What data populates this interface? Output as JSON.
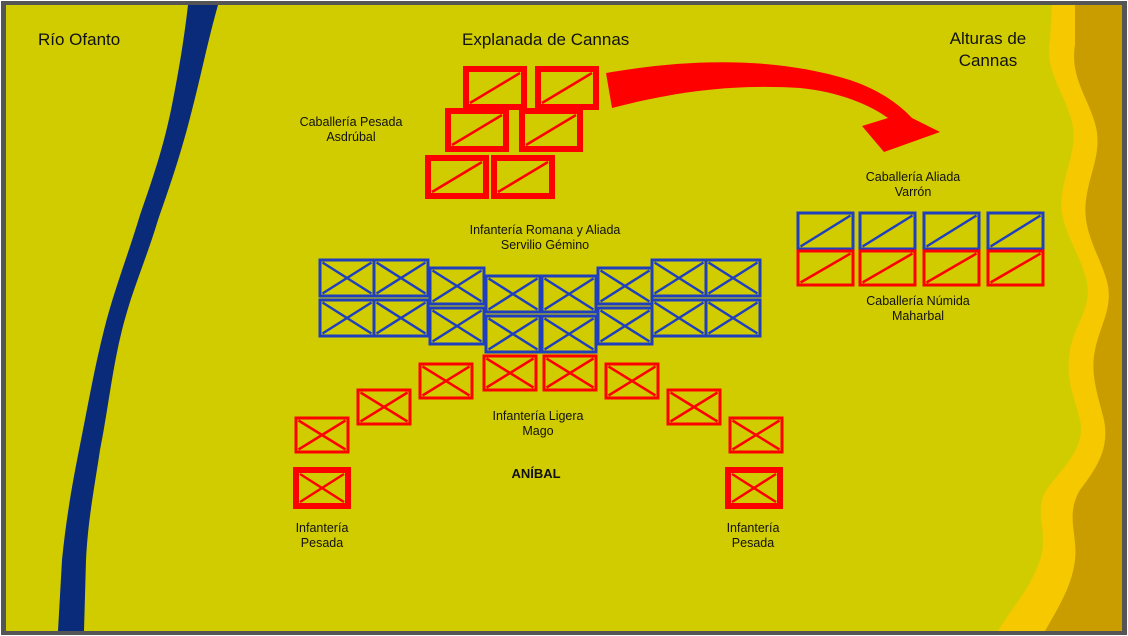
{
  "colors": {
    "field": "#d1cc00",
    "river": "#0a2a7a",
    "hills_light": "#f5c800",
    "hills_dark": "#c99c00",
    "carthage": "#ff0000",
    "rome": "#1f3fbf",
    "frame": "#555555"
  },
  "labels": {
    "river": "Río Ofanto",
    "plain": "Explanada de Cannas",
    "heights": {
      "line1": "Alturas de",
      "line2": "Cannas"
    },
    "hasdrubal": {
      "line1": "Caballería Pesada",
      "line2": "Asdrúbal"
    },
    "varro": {
      "line1": "Caballería Aliada",
      "line2": "Varrón"
    },
    "roman_infantry": {
      "line1": "Infantería Romana y Aliada",
      "line2": "Servilio Gémino"
    },
    "numidian": {
      "line1": "Caballería Númida",
      "line2": "Maharbal"
    },
    "light_infantry": {
      "line1": "Infantería Ligera",
      "line2": "Mago"
    },
    "hannibal": "ANÍBAL",
    "heavy_left": {
      "line1": "Infantería",
      "line2": "Pesada"
    },
    "heavy_right": {
      "line1": "Infantería",
      "line2": "Pesada"
    }
  },
  "icons": {
    "cavalry": "diagonal-slash-box",
    "infantry": "x-cross-box",
    "maneuver": "curved-arrow"
  }
}
